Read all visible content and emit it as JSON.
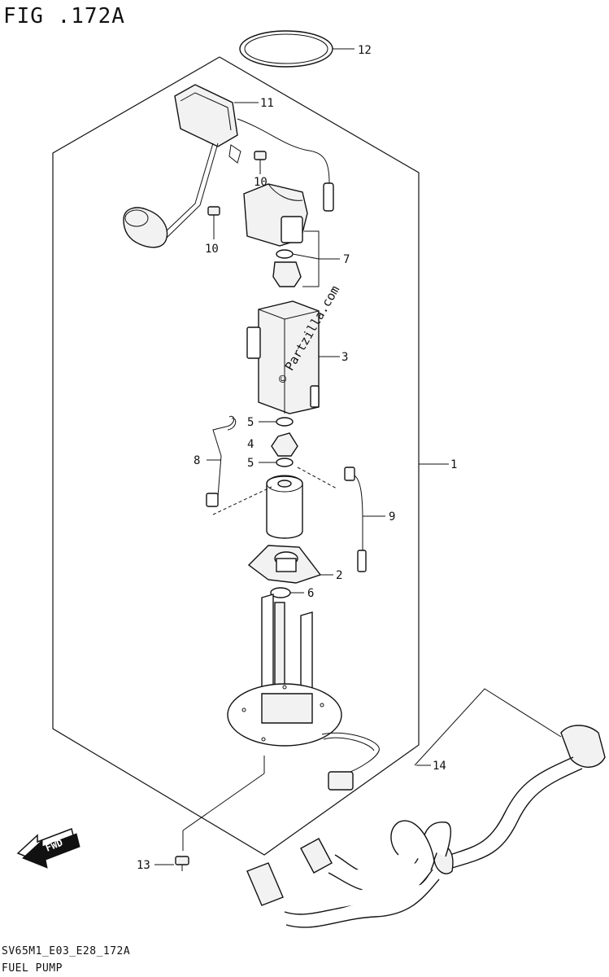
{
  "figure": {
    "title": "FIG .172A"
  },
  "callouts": [
    "12",
    "11",
    "10",
    "10",
    "7",
    "3",
    "5",
    "4",
    "5",
    "8",
    "9",
    "2",
    "6",
    "1",
    "14",
    "13"
  ],
  "watermark": "© Partzilla.com",
  "fwd_label": "FWD",
  "footer": {
    "code": "SV65M1_E03_E28_172A",
    "caption": "FUEL PUMP"
  }
}
